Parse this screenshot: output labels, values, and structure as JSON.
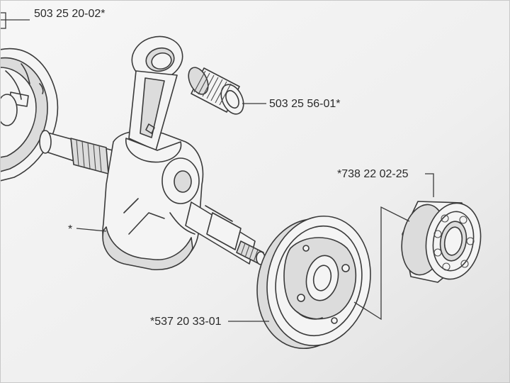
{
  "parts": {
    "top_left": "503 25 20-02*",
    "needle_bearing": "503 25 56-01*",
    "ball_bearing": "*738 22 02-25",
    "crankshaft": "*",
    "flywheel_half": "*537 20 33-01"
  },
  "colors": {
    "paper": "#f4f4f4",
    "ink": "#3a3a3a",
    "screen_bg": "#d9d9d9"
  }
}
